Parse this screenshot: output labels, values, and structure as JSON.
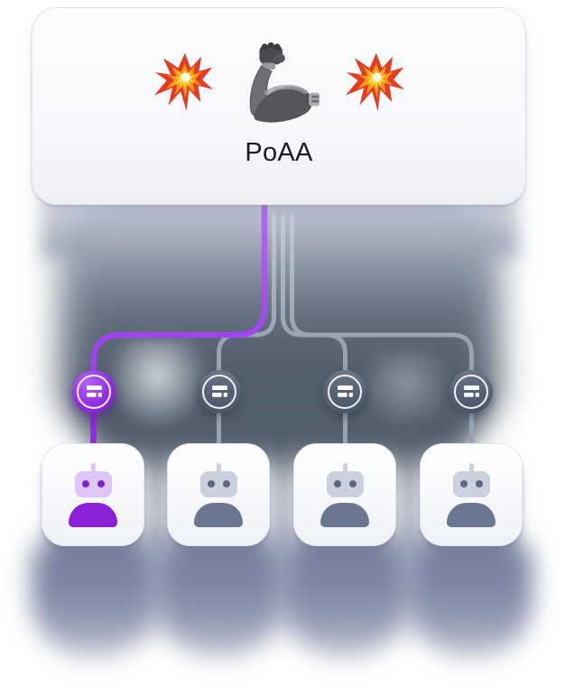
{
  "root": {
    "title": "PoAA",
    "icons": [
      {
        "name": "collision-emoji",
        "glyph": "💥"
      },
      {
        "name": "mechanical-arm-emoji",
        "glyph": "🦾"
      },
      {
        "name": "collision-emoji",
        "glyph": "💥"
      }
    ]
  },
  "agents": [
    {
      "name": "agent-1",
      "state": "active",
      "badge_icon": "queue-icon",
      "icon": "robot-icon"
    },
    {
      "name": "agent-2",
      "state": "idle",
      "badge_icon": "queue-icon",
      "icon": "robot-icon"
    },
    {
      "name": "agent-3",
      "state": "idle",
      "badge_icon": "queue-icon",
      "icon": "robot-icon"
    },
    {
      "name": "agent-4",
      "state": "idle",
      "badge_icon": "queue-icon",
      "icon": "robot-icon"
    }
  ],
  "colors": {
    "accent_purple": "#9d44ee",
    "line_gray": "#9aa3b2",
    "badge_slate": "#566074",
    "robot_purple": "#8b22d9",
    "robot_slate": "#6b7690",
    "shadow_blue": "#7d86a5"
  }
}
